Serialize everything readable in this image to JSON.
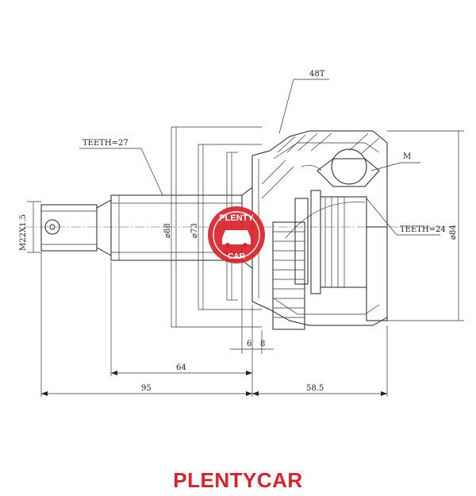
{
  "labels": {
    "teeth_shaft": "TEETH=27",
    "teeth_abs": "48T",
    "m_label": "M",
    "teeth_inner": "TEETH=24",
    "thread": "M22X1.5",
    "dia_88": "⌀88",
    "dia_73": "⌀73",
    "dia_84": "⌀84",
    "dim_6": "6",
    "dim_8": "8",
    "dim_64": "64",
    "dim_95": "95",
    "dim_58_5": "58.5"
  },
  "watermark": {
    "line1": "PLENTY",
    "line2": "CAR",
    "color": "#d8232a"
  },
  "brand": "PLENTYCAR",
  "colors": {
    "accent": "#d8232a",
    "line": "#222222"
  }
}
